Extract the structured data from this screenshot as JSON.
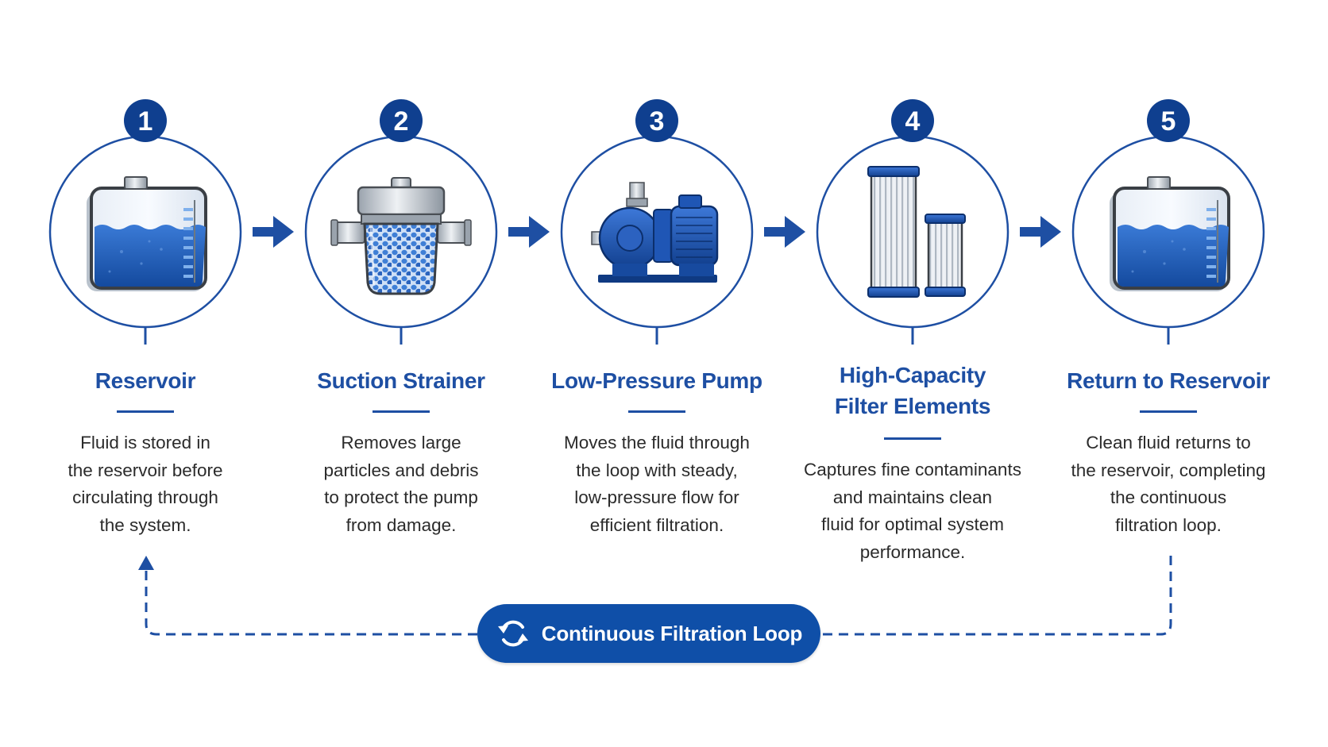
{
  "steps": [
    {
      "number": "1",
      "icon": "reservoir-tank-icon",
      "title_lines": [
        "Reservoir"
      ],
      "desc_lines": [
        "Fluid is stored in",
        "the reservoir before",
        "circulating through",
        "the system."
      ]
    },
    {
      "number": "2",
      "icon": "suction-strainer-icon",
      "title_lines": [
        "Suction Strainer"
      ],
      "desc_lines": [
        "Removes large",
        "particles and debris",
        "to protect the pump",
        "from damage."
      ]
    },
    {
      "number": "3",
      "icon": "pump-icon",
      "title_lines": [
        "Low-Pressure Pump"
      ],
      "desc_lines": [
        "Moves the fluid through",
        "the loop with steady,",
        "low-pressure flow for",
        "efficient filtration."
      ]
    },
    {
      "number": "4",
      "icon": "filter-elements-icon",
      "title_lines": [
        "High-Capacity",
        "Filter Elements"
      ],
      "desc_lines": [
        "Captures fine contaminants",
        "and maintains clean",
        "fluid for optimal system",
        "performance."
      ]
    },
    {
      "number": "5",
      "icon": "reservoir-tank-icon",
      "title_lines": [
        "Return to Reservoir"
      ],
      "desc_lines": [
        "Clean fluid returns to",
        "the reservoir, completing",
        "the continuous",
        "filtration loop."
      ]
    }
  ],
  "loop": {
    "label": "Continuous Filtration Loop",
    "icon": "refresh-cycle-icon"
  },
  "colors": {
    "primary": "#1e4fa3",
    "badge": "#0f4fa8",
    "water": "#2a66c4",
    "text": "#2b2b2b"
  }
}
